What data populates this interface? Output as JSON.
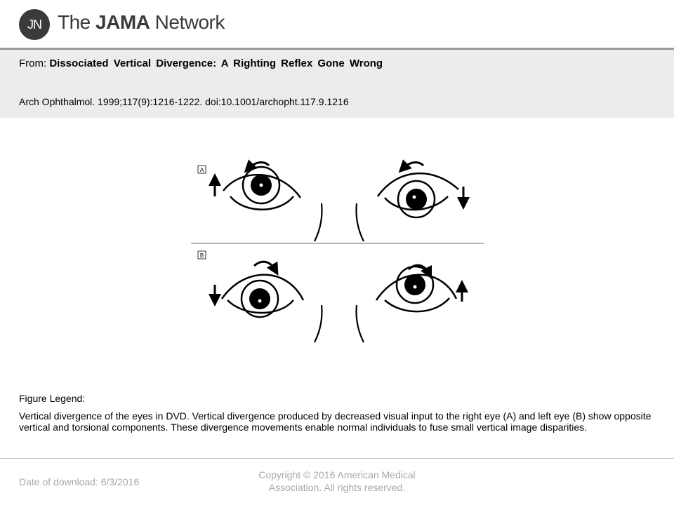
{
  "header": {
    "logo_mark": "JN",
    "brand_prefix": "The ",
    "brand_bold": "JAMA",
    "brand_suffix": " Network"
  },
  "citation": {
    "from_label": "From:",
    "title": "Dissociated Vertical Divergence: A Righting Reflex Gone Wrong",
    "reference": "Arch Ophthalmol. 1999;117(9):1216-1222. doi:10.1001/archopht.117.9.1216"
  },
  "figure": {
    "panel_a_label": "A",
    "panel_b_label": "B"
  },
  "legend": {
    "heading": "Figure Legend:",
    "body": "Vertical divergence of the eyes in DVD. Vertical divergence produced by decreased visual input to the right eye (A) and left eye (B) show opposite vertical and torsional components. These divergence movements enable normal individuals to fuse small vertical image disparities."
  },
  "footer": {
    "download": "Date of download:  6/3/2016",
    "copyright": "Copyright © 2016 American Medical Association. All rights reserved."
  }
}
